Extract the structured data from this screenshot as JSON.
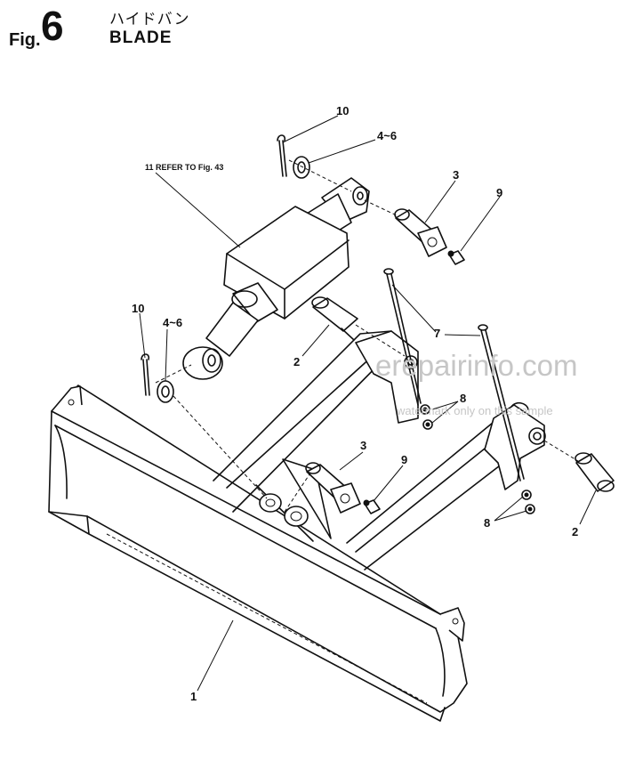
{
  "header": {
    "fig_prefix": "Fig.",
    "fig_number": "6",
    "title_jp": "ハイドバン",
    "title_en": "BLADE"
  },
  "callouts": {
    "c10_top": "10",
    "c46_top": "4~6",
    "c3_top": "3",
    "c9_top": "9",
    "c11": "11 REFER TO Fig. 43",
    "c10_left": "10",
    "c46_left": "4~6",
    "c7": "7",
    "c2_mid": "2",
    "c8_mid": "8",
    "c3_mid": "3",
    "c9_mid": "9",
    "c8_right": "8",
    "c2_right": "2",
    "c1": "1"
  },
  "watermark": {
    "site": "erepairinfo.com",
    "note": "watermark only on this sample"
  }
}
